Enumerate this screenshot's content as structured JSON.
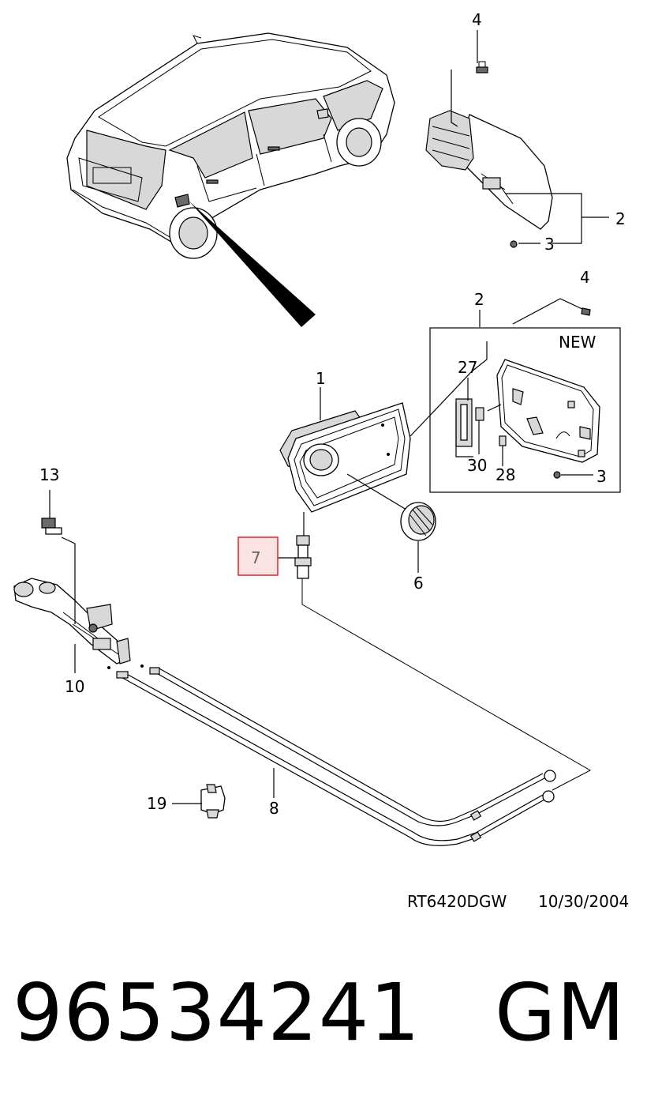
{
  "callouts": {
    "c1": "1",
    "c2_top": "2",
    "c2_box": "2",
    "c3_top": "3",
    "c3_box": "3",
    "c4_top": "4",
    "c4_box": "4",
    "c6": "6",
    "c7": "7",
    "c8": "8",
    "c10": "10",
    "c13": "13",
    "c19": "19",
    "c27": "27",
    "c28": "28",
    "c30": "30"
  },
  "new_box_label": "NEW",
  "diagram_code": "RT6420DGW",
  "diagram_date": "10/30/2004",
  "part_number": "96534241",
  "brand": "GM",
  "colors": {
    "highlight_border": "#d9262f",
    "highlight_fill": "#fbe3e4",
    "line": "#000000"
  }
}
